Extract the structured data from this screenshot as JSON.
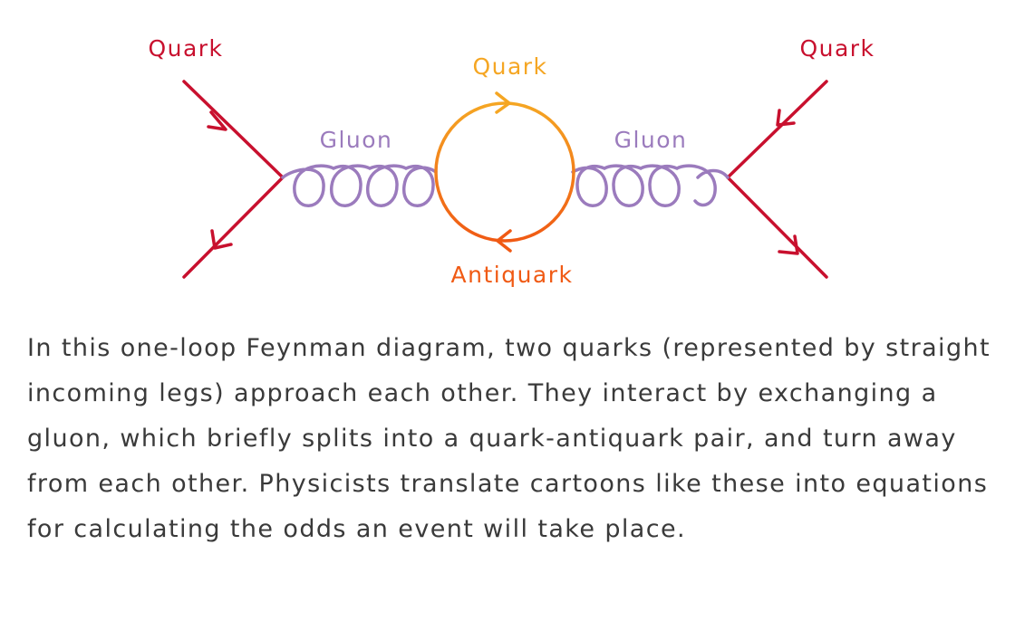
{
  "diagram": {
    "labels": {
      "quark_left": "Quark",
      "quark_right": "Quark",
      "quark_loop": "Quark",
      "antiquark_loop": "Antiquark",
      "gluon_left": "Gluon",
      "gluon_right": "Gluon"
    },
    "colors": {
      "quark_leg": "#c8102e",
      "gluon": "#9b7bbd",
      "loop_top": "#f5a623",
      "loop_bottom": "#f05a14"
    }
  },
  "caption": "In this one-loop Feynman diagram, two quarks (represented by straight incoming legs) approach each other. They interact by exchanging a gluon, which briefly splits into a quark-antiquark pair, and turn away from each other. Physicists translate cartoons like these into equations for calculating the odds an event will take place."
}
